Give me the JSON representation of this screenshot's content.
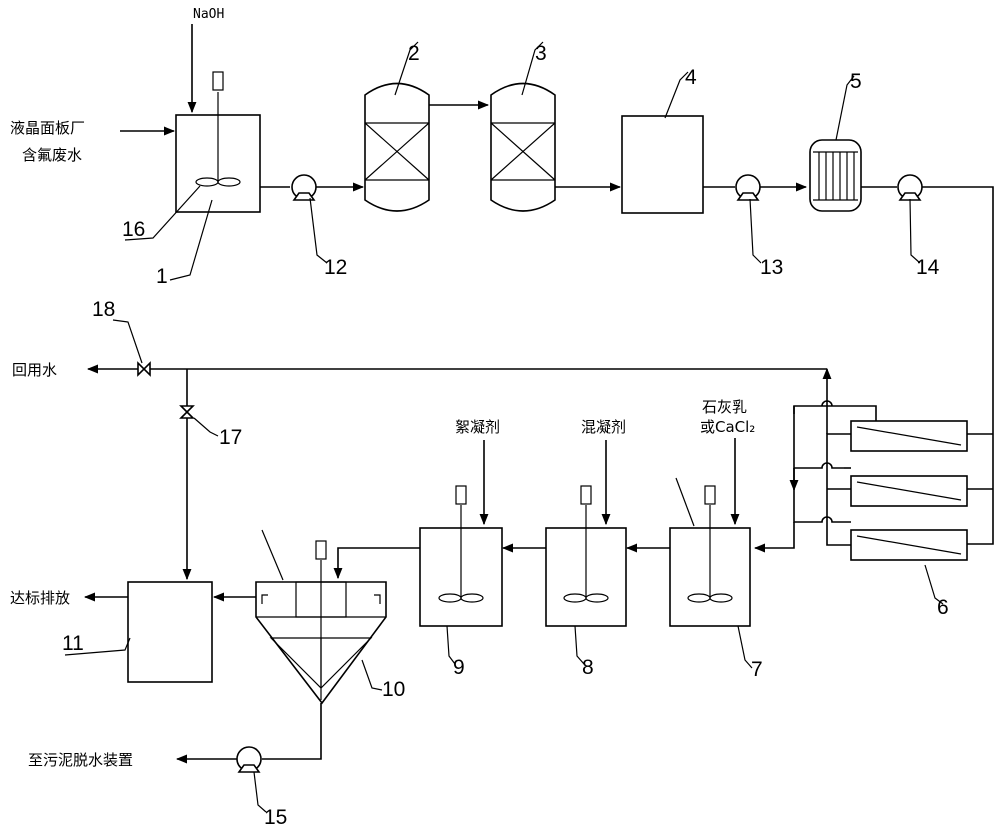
{
  "labels": {
    "naoh": "NaOH",
    "inlet_line1": "液晶面板厂",
    "inlet_line2": "含氟废水",
    "reuse_water": "回用水",
    "flocculant": "絮凝剂",
    "coagulant": "混凝剂",
    "lime_line1": "石灰乳",
    "lime_line2": "或CaCl₂",
    "discharge": "达标排放",
    "sludge": "至污泥脱水装置"
  },
  "numbers": {
    "n1": "1",
    "n2": "2",
    "n3": "3",
    "n4": "4",
    "n5": "5",
    "n6": "6",
    "n7": "7",
    "n8": "8",
    "n9": "9",
    "n10": "10",
    "n11": "11",
    "n12": "12",
    "n13": "13",
    "n14": "14",
    "n15": "15",
    "n16": "16",
    "n17": "17",
    "n18": "18"
  }
}
